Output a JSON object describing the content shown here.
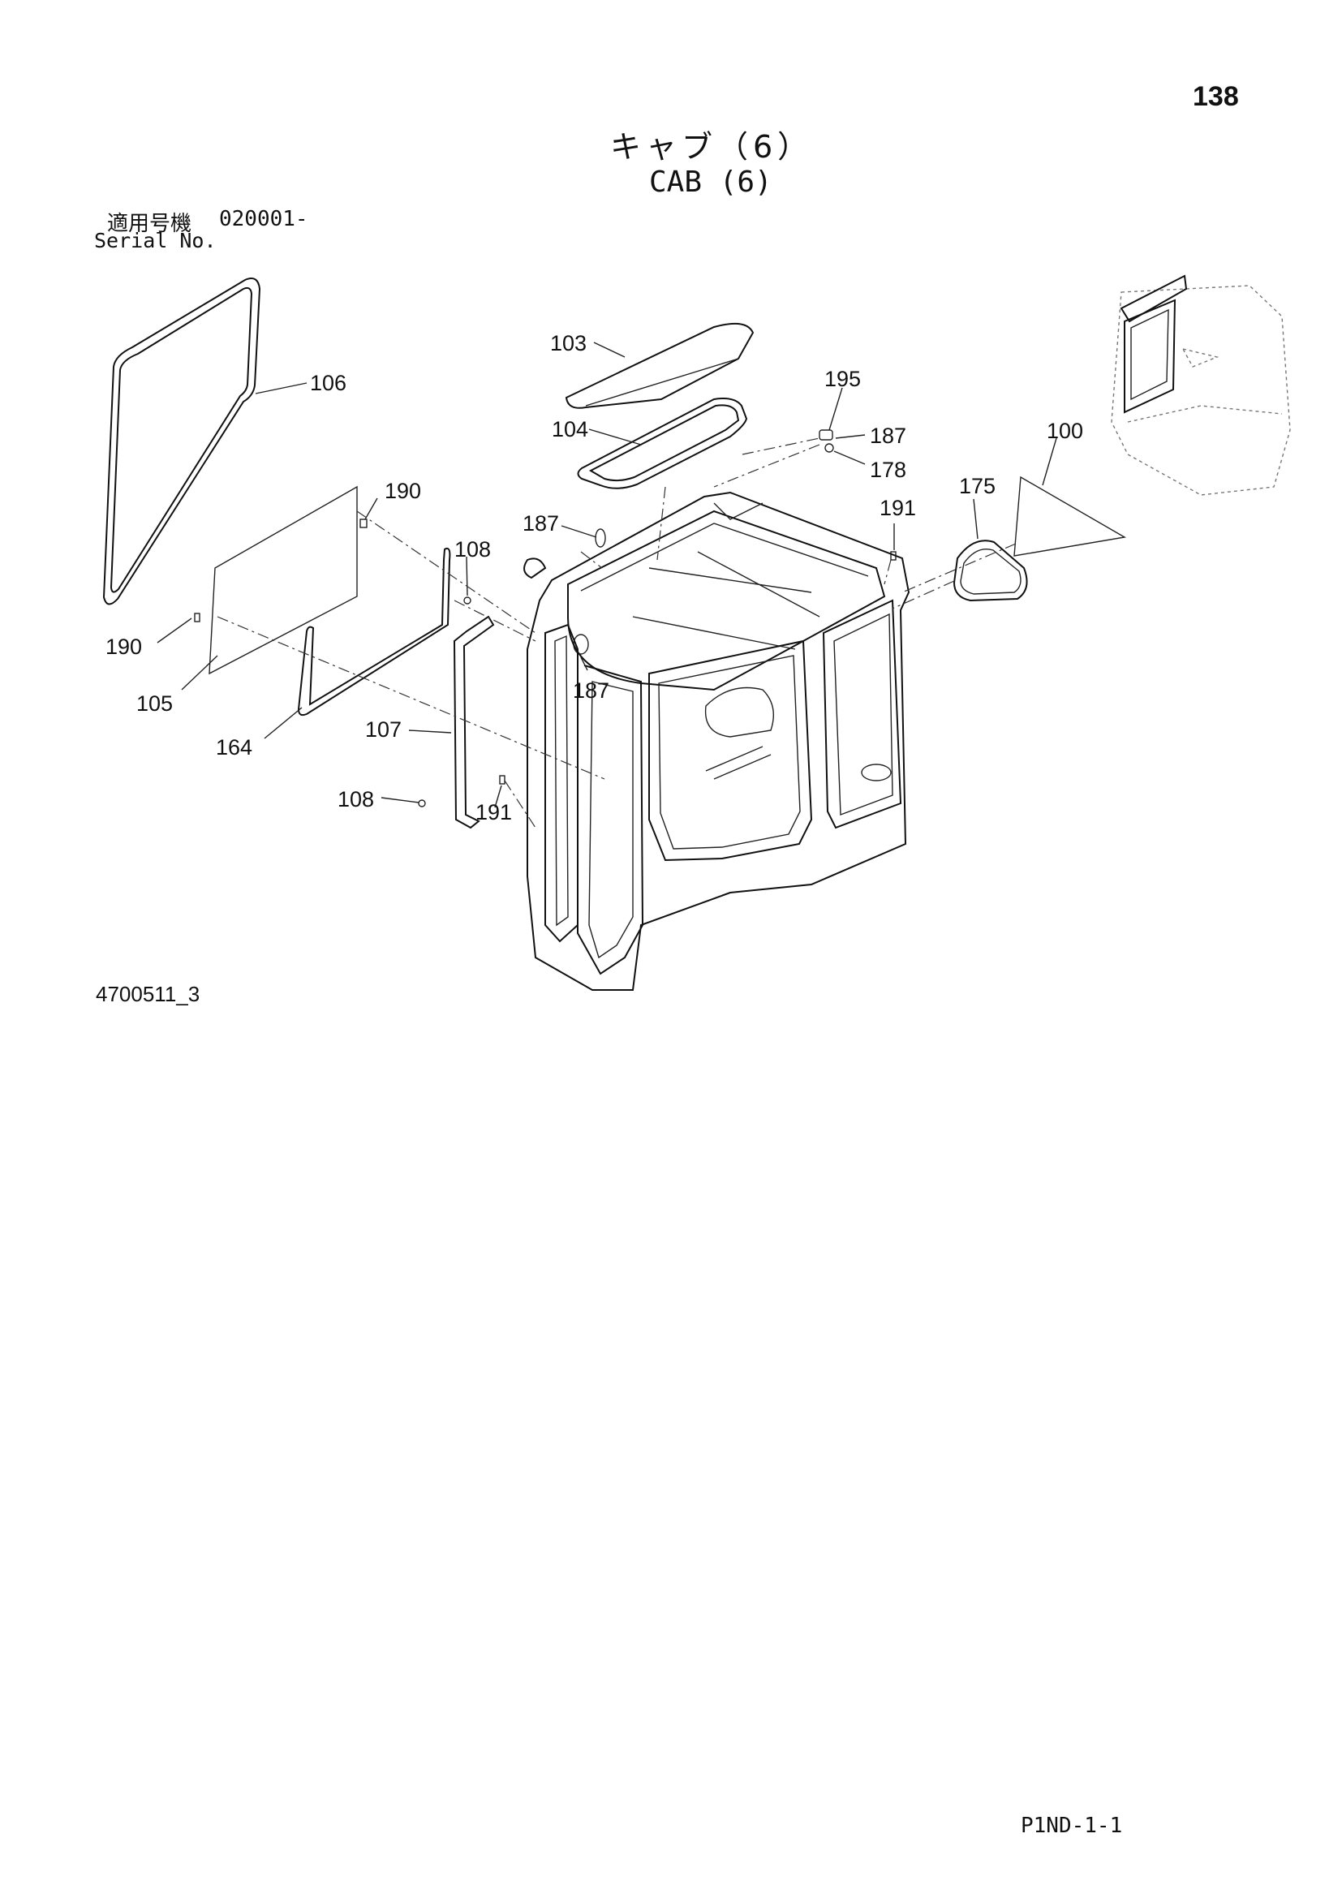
{
  "header": {
    "page_number": "138",
    "title_jp": "キャブ（6）",
    "title_en": "CAB (6)",
    "serial_label_jp": "適用号機",
    "serial_number": "020001-",
    "serial_label_en": "Serial No."
  },
  "callouts": [
    {
      "id": "c106",
      "text": "106"
    },
    {
      "id": "c103",
      "text": "103"
    },
    {
      "id": "c104",
      "text": "104"
    },
    {
      "id": "c195",
      "text": "195"
    },
    {
      "id": "c187a",
      "text": "187"
    },
    {
      "id": "c178",
      "text": "178"
    },
    {
      "id": "c100",
      "text": "100"
    },
    {
      "id": "c190a",
      "text": "190"
    },
    {
      "id": "c187b",
      "text": "187"
    },
    {
      "id": "c108a",
      "text": "108"
    },
    {
      "id": "c191a",
      "text": "191"
    },
    {
      "id": "c175",
      "text": "175"
    },
    {
      "id": "c190b",
      "text": "190"
    },
    {
      "id": "c187c",
      "text": "187"
    },
    {
      "id": "c105",
      "text": "105"
    },
    {
      "id": "c164",
      "text": "164"
    },
    {
      "id": "c107",
      "text": "107"
    },
    {
      "id": "c108b",
      "text": "108"
    },
    {
      "id": "c191b",
      "text": "191"
    }
  ],
  "footer": {
    "drawing_code": "4700511_3",
    "page_ref": "P1ND-1-1"
  }
}
